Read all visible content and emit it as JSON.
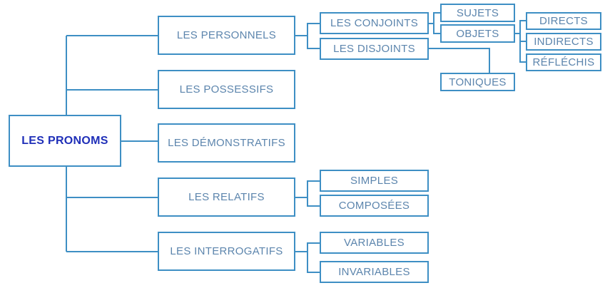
{
  "nodes": {
    "root": "LES PRONOMS",
    "personnels": "LES PERSONNELS",
    "possessifs": "LES POSSESSIFS",
    "demonstratifs": "LES DÉMONSTRATIFS",
    "relatifs": "LES RELATIFS",
    "interrogatifs": "LES INTERROGATIFS",
    "conjoints": "LES CONJOINTS",
    "disjoints": "LES DISJOINTS",
    "sujets": "SUJETS",
    "objets": "OBJETS",
    "toniques": "TONIQUES",
    "directs": "DIRECTS",
    "indirects": "INDIRECTS",
    "reflechis": "RÉFLÉCHIS",
    "simples": "SIMPLES",
    "composees": "COMPOSÉES",
    "variables": "VARIABLES",
    "invariables": "INVARIABLES"
  },
  "colors": {
    "line": "#3e8fc4",
    "text": "#5c85ad",
    "root_text": "#1f2fb8"
  }
}
